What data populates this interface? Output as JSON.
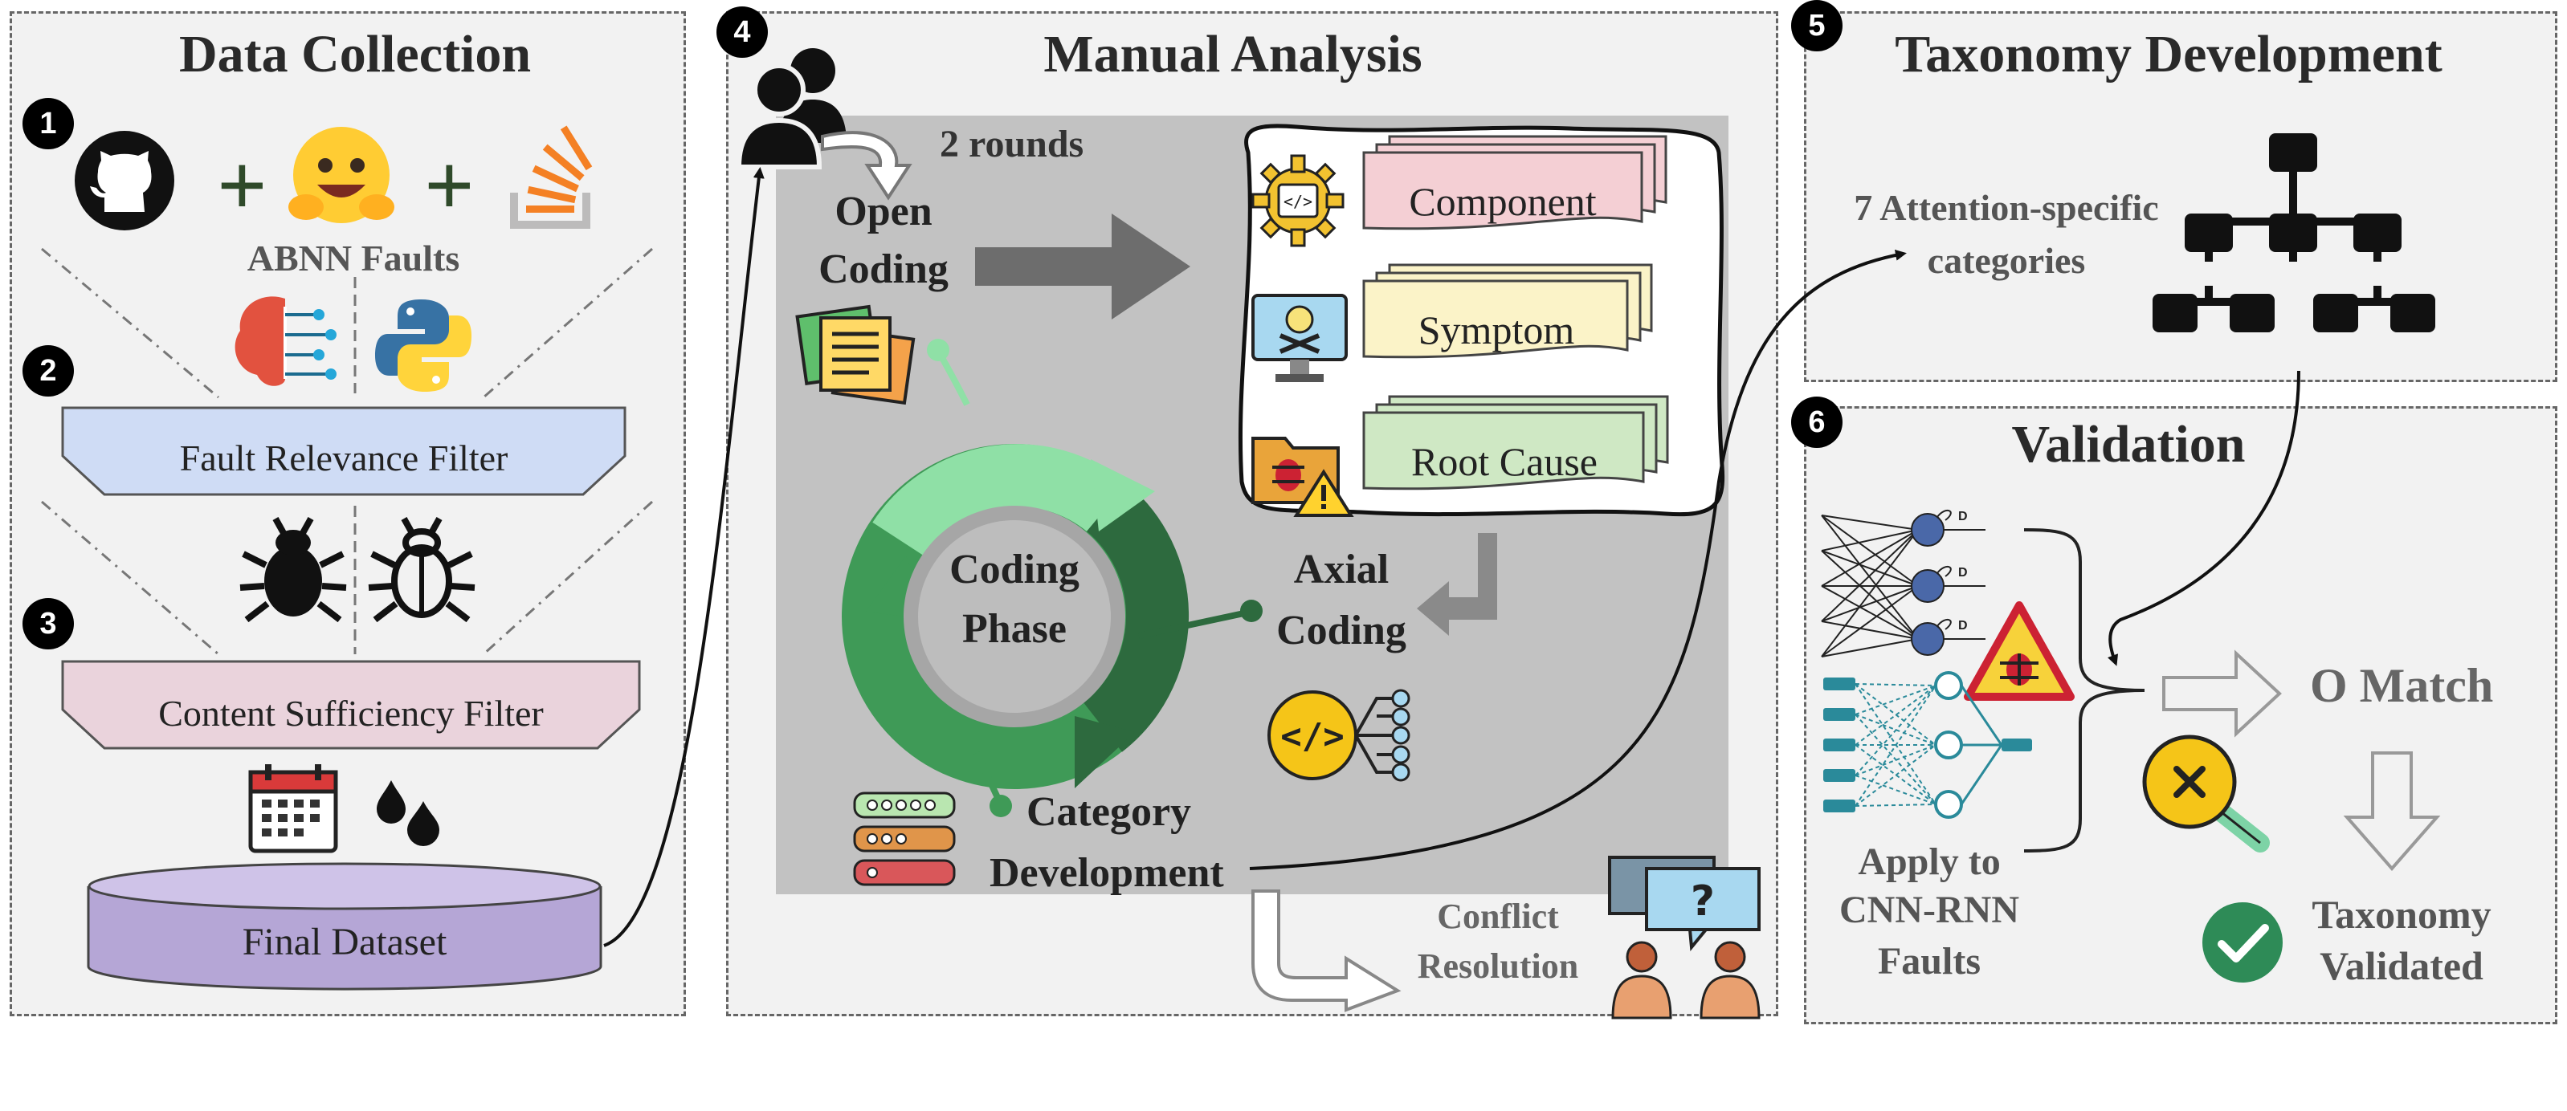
{
  "panels": {
    "data_collection": {
      "number": "1",
      "title": "Data Collection",
      "sources_label": "ABNN Faults",
      "step2": "2",
      "filter1": "Fault Relevance Filter",
      "step3": "3",
      "filter2": "Content Sufficiency Filter",
      "dataset": "Final Dataset"
    },
    "manual_analysis": {
      "number": "4",
      "title": "Manual Analysis",
      "rounds": "2 rounds",
      "open_coding": [
        "Open",
        "Coding"
      ],
      "phase": [
        "Coding",
        "Phase"
      ],
      "axial_coding": [
        "Axial",
        "Coding"
      ],
      "category_development": [
        "Category",
        "Development"
      ],
      "cards": [
        "Component",
        "Symptom",
        "Root Cause"
      ],
      "conflict_resolution": [
        "Conflict",
        "Resolution"
      ]
    },
    "taxonomy": {
      "number": "5",
      "title": "Taxonomy Development",
      "categories": [
        "7 Attention-specific",
        "categories"
      ]
    },
    "validation": {
      "number": "6",
      "title": "Validation",
      "apply": [
        "Apply to",
        "CNN-RNN",
        "Faults"
      ],
      "match": "O Match",
      "validated": [
        "Taxonomy",
        "Validated"
      ],
      "cell_glyph": "D"
    }
  },
  "colors": {
    "panel_bg": "#f2f2f2",
    "filter1": "#cfdcf5",
    "filter2": "#ead3dc",
    "dataset": "#b5a6d6",
    "cycle_light": "#8fe0a6",
    "cycle_dark": "#2d6a3e",
    "component": "#f4cfd4",
    "symptom": "#fbf3c8",
    "root_cause": "#cfe8c4",
    "check": "#2e8b57"
  },
  "icons": [
    "github-icon",
    "hugging-face-icon",
    "stack-overflow-icon",
    "brain-icon",
    "python-icon",
    "bug-icon",
    "calendar-icon",
    "drops-icon",
    "users-icon",
    "documents-icon",
    "gear-code-icon",
    "skull-monitor-icon",
    "bug-folder-icon",
    "code-network-icon",
    "server-icon",
    "chat-icon",
    "hierarchy-icon",
    "rnn-icon",
    "warning-bug-icon",
    "cnn-icon",
    "magnifier-icon",
    "check-icon"
  ]
}
